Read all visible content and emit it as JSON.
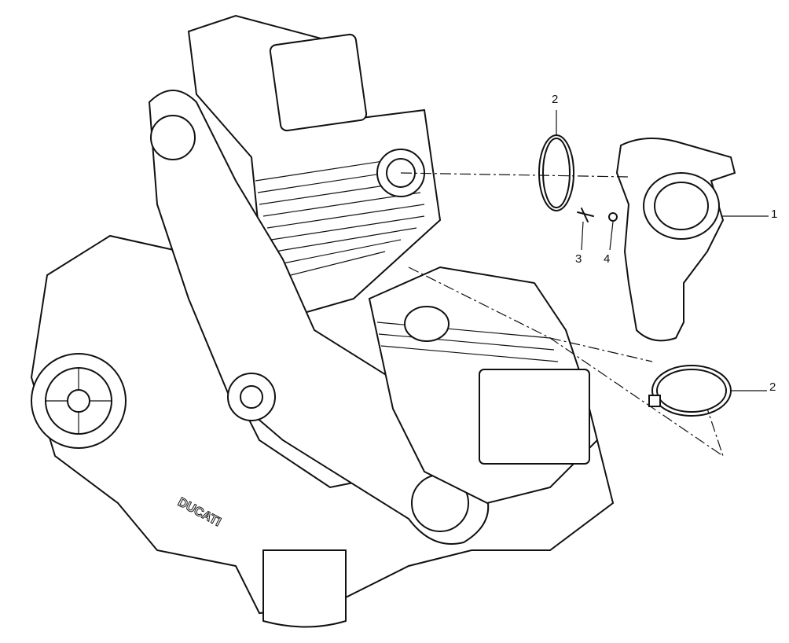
{
  "diagram": {
    "callouts": [
      {
        "id": "clamp-upper",
        "text": "2"
      },
      {
        "id": "intake-manifold",
        "text": "1"
      },
      {
        "id": "screw",
        "text": "3"
      },
      {
        "id": "washer",
        "text": "4"
      },
      {
        "id": "clamp-lower",
        "text": "2"
      }
    ],
    "logo_text": "DUCATI"
  }
}
